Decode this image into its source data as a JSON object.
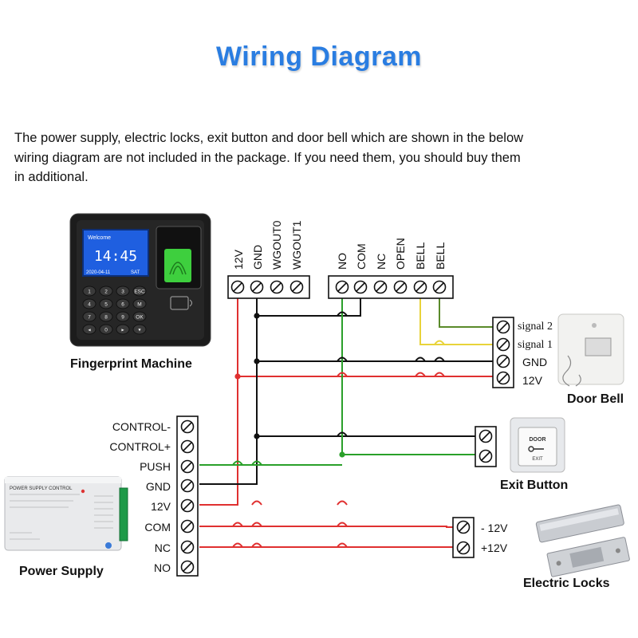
{
  "title": "Wiring Diagram",
  "intro_lines": [
    "The power supply, electric locks, exit button and door bell which are shown in the below",
    "wiring diagram are not included in the package. If you need them, you should buy them",
    "in additional."
  ],
  "devices": {
    "fingerprint_machine": {
      "caption": "Fingerprint Machine",
      "screen_welcome": "Welcome",
      "screen_time": "14:45",
      "screen_date": "2020-04-11",
      "screen_day": "SAT",
      "keypad_keys": [
        "1",
        "2",
        "3",
        "ESC",
        "4",
        "5",
        "6",
        "M",
        "7",
        "8",
        "9",
        "OK",
        "◂",
        "0",
        "▸",
        "▾"
      ]
    },
    "power_supply": {
      "caption": "Power Supply",
      "label_heading": "POWER SUPPLY CONTROL"
    },
    "door_bell": {
      "caption": "Door Bell"
    },
    "exit_button": {
      "caption": "Exit Button",
      "plate_top": "DOOR",
      "plate_bottom": "EXIT"
    },
    "electric_locks": {
      "caption": "Electric Locks"
    }
  },
  "terminal_blocks": {
    "machine_left": [
      "12V",
      "GND",
      "WGOUT0",
      "WGOUT1"
    ],
    "machine_right": [
      "NO",
      "COM",
      "NC",
      "OPEN",
      "BELL",
      "BELL"
    ],
    "power_supply": [
      "CONTROL-",
      "CONTROL+",
      "PUSH",
      "GND",
      "12V",
      "COM",
      "NC",
      "NO"
    ],
    "door_bell": [
      "signal 2",
      "signal 1",
      "GND",
      "12V"
    ],
    "electric_locks": [
      "- 12V",
      "+12V"
    ]
  },
  "colors": {
    "title": "#2a7de1",
    "wire_red": "#e03030",
    "wire_black": "#111111",
    "wire_green": "#2aa02a",
    "wire_yellow": "#e8d33a",
    "wire_olive": "#5a8a2a"
  }
}
